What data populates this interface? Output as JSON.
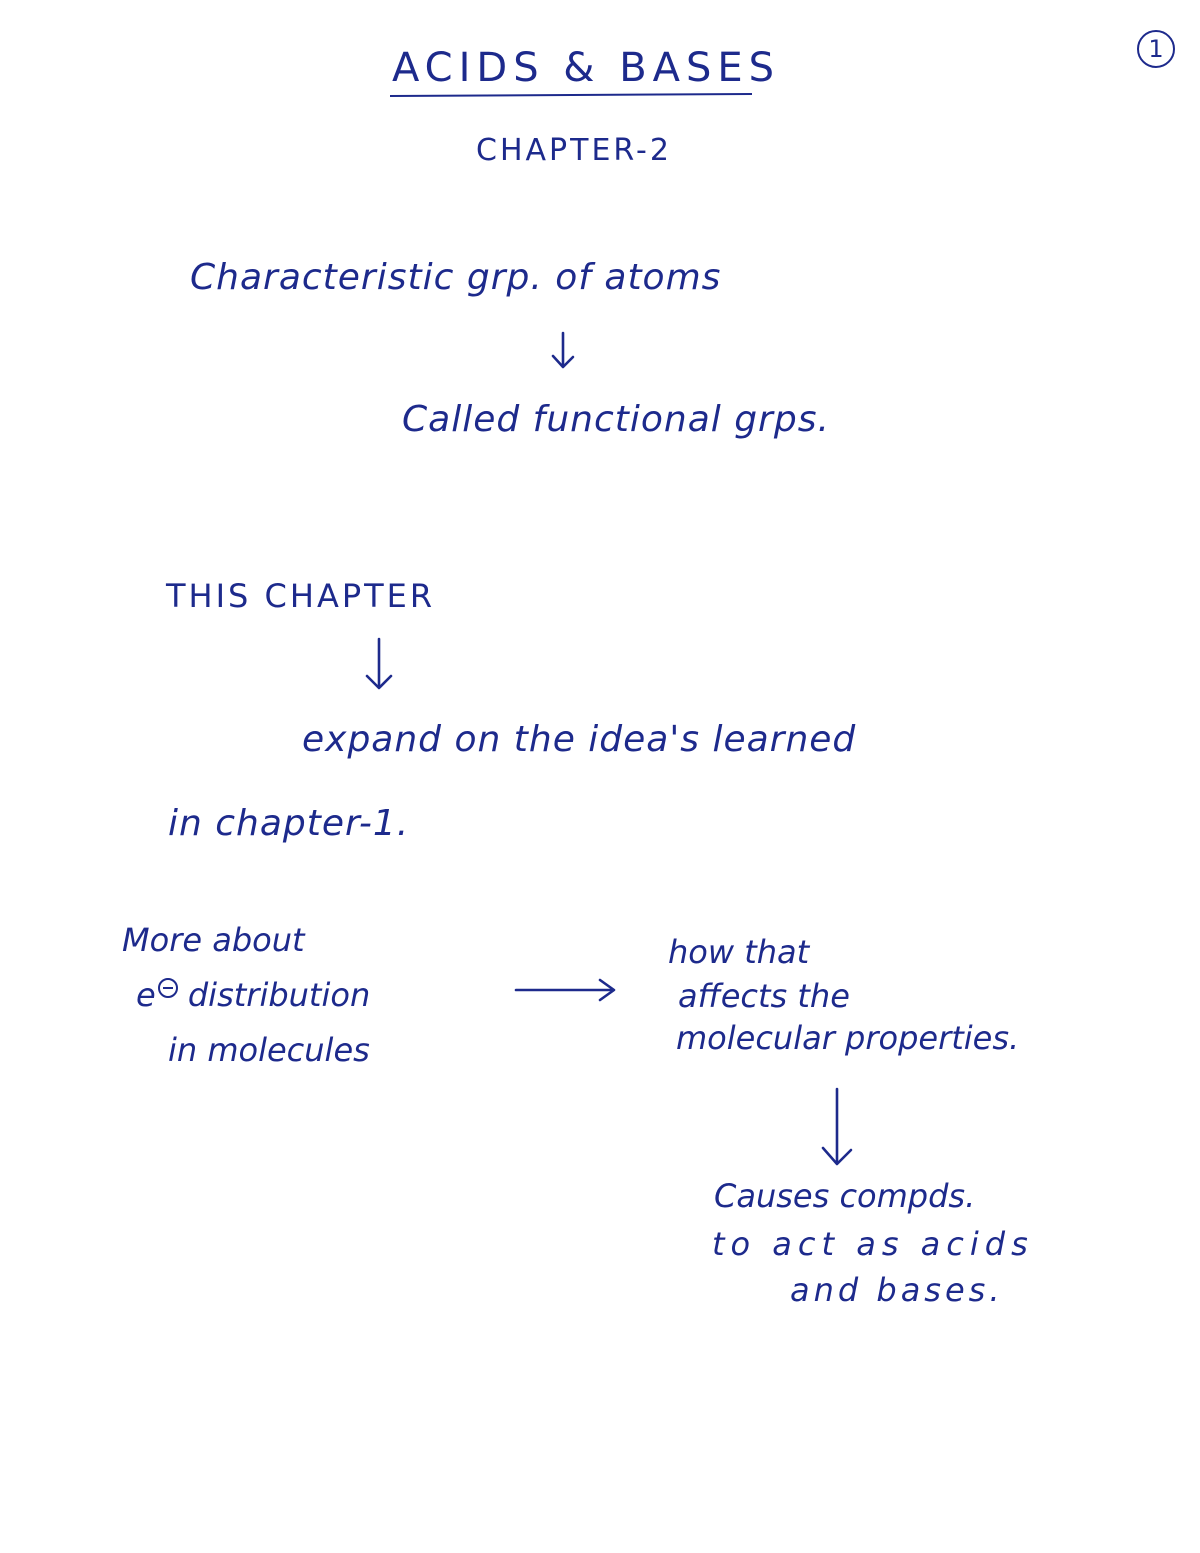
{
  "page": {
    "number": "1"
  },
  "header": {
    "title": "ACIDS & BASES",
    "subtitle": "CHAPTER-2"
  },
  "section1": {
    "line1": "Characteristic grp. of atoms",
    "line2": "Called functional grps."
  },
  "section2": {
    "heading": "THIS CHAPTER",
    "line1": "expand on the idea's learned",
    "line2": "in chapter-1."
  },
  "section3": {
    "left": {
      "line1": "More about",
      "line2_prefix": "e",
      "line2_rest": "distribution",
      "line3": "in molecules"
    },
    "right": {
      "line1": "how that",
      "line2": "affects the",
      "line3": "molecular properties."
    },
    "result": {
      "line1": "Causes compds.",
      "line2": "to act as acids",
      "line3": "and bases."
    }
  },
  "colors": {
    "ink": "#1d2a8c",
    "paper": "#ffffff"
  }
}
